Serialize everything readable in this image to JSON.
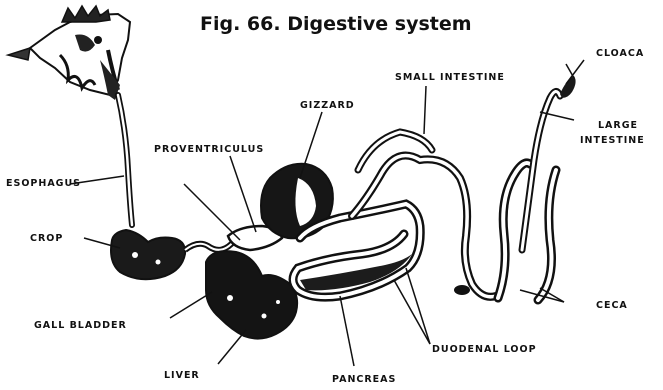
{
  "figure": {
    "title": "Fig. 66.  Digestive system"
  },
  "labels": {
    "cloaca": "CLOACA",
    "small_intestine": "SMALL INTESTINE",
    "gizzard": "GIZZARD",
    "large_intestine_1": "LARGE",
    "large_intestine_2": "INTESTINE",
    "proventriculus": "PROVENTRICULUS",
    "esophagus": "ESOPHAGUS",
    "crop": "CROP",
    "ceca": "CECA",
    "gall_bladder": "GALL BLADDER",
    "duodenal_loop": "DUODENAL LOOP",
    "liver": "LIVER",
    "pancreas": "PANCREAS"
  }
}
